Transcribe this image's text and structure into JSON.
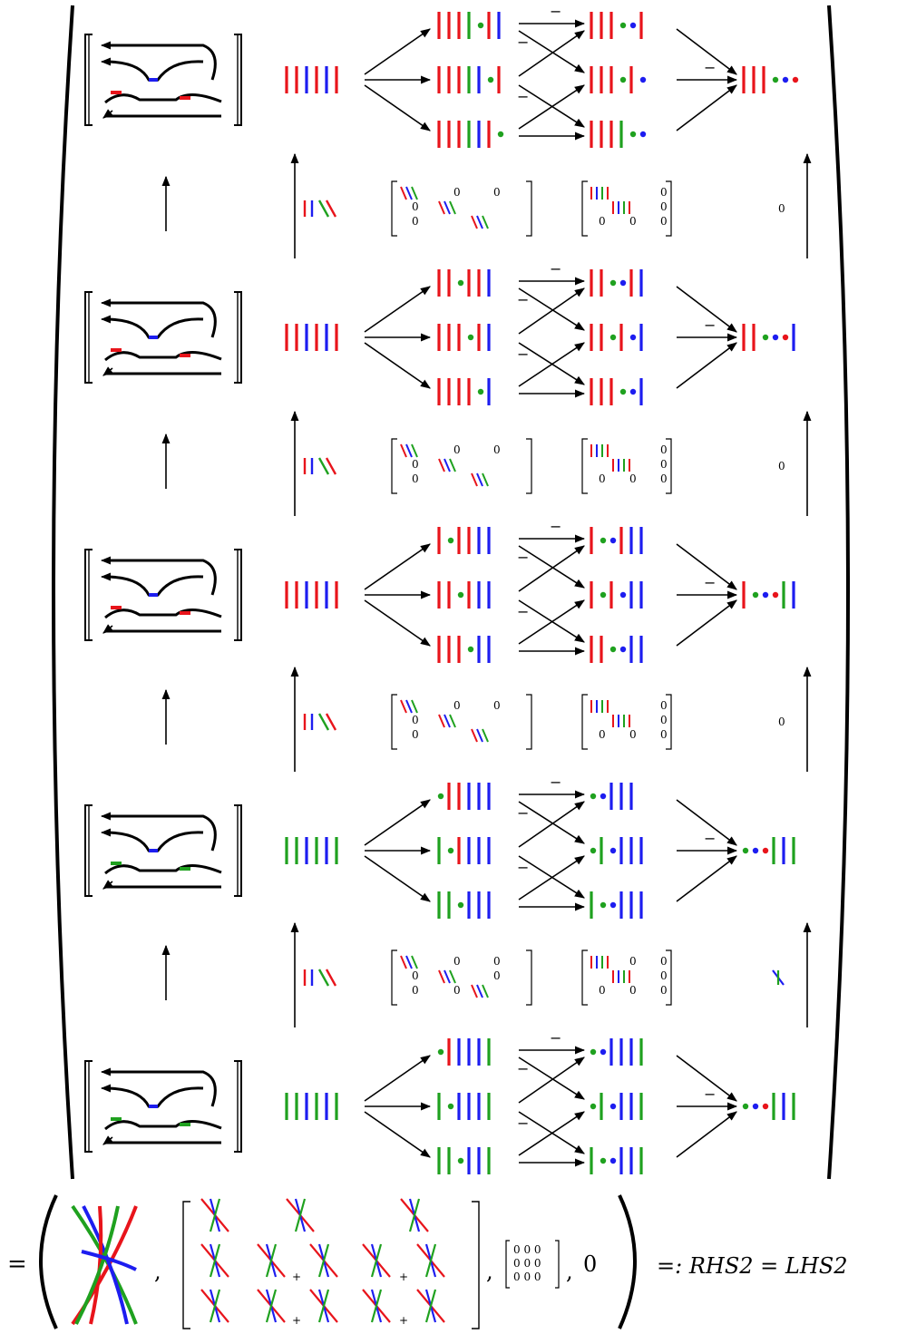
{
  "colors": {
    "red": "#e8141b",
    "blue": "#1d1df0",
    "green": "#1fa11f",
    "black": "#000000"
  },
  "rows": [
    {
      "source": [
        "r",
        "r",
        "b",
        "r",
        "b",
        "r"
      ],
      "top": [
        "r",
        "r",
        "r",
        "g",
        "*",
        "r",
        "b"
      ],
      "mid": [
        "r",
        "r",
        "r",
        "g",
        "b",
        "*",
        "r"
      ],
      "bot": [
        "r",
        "r",
        "r",
        "g",
        "b",
        "r",
        "*"
      ],
      "m_top": [
        "r",
        "r",
        "r",
        "*",
        "*",
        "r"
      ],
      "m_mid": [
        "r",
        "r",
        "r",
        "*",
        "r",
        "*"
      ],
      "m_bot": [
        "r",
        "r",
        "r",
        "g",
        "*",
        "*"
      ],
      "target": [
        "r",
        "r",
        "r",
        "*",
        "*",
        "*"
      ],
      "minus_labels": [
        "−",
        "−",
        "−",
        "−"
      ]
    },
    {
      "source": [
        "r",
        "r",
        "b",
        "r",
        "b",
        "r"
      ],
      "top": [
        "r",
        "r",
        "*",
        "r",
        "r",
        "b"
      ],
      "mid": [
        "r",
        "r",
        "r",
        "*",
        "r",
        "b"
      ],
      "bot": [
        "r",
        "r",
        "r",
        "r",
        "*",
        "b"
      ],
      "m_top": [
        "r",
        "r",
        "*",
        "*",
        "r",
        "b"
      ],
      "m_mid": [
        "r",
        "r",
        "*",
        "r",
        "*",
        "b"
      ],
      "m_bot": [
        "r",
        "r",
        "r",
        "*",
        "*",
        "b"
      ],
      "target": [
        "r",
        "r",
        "*",
        "*",
        "*",
        "b"
      ],
      "minus_labels": [
        "−",
        "−",
        "−",
        "−"
      ]
    },
    {
      "source": [
        "r",
        "r",
        "b",
        "r",
        "b",
        "r"
      ],
      "top": [
        "r",
        "*",
        "r",
        "r",
        "b",
        "b"
      ],
      "mid": [
        "r",
        "r",
        "*",
        "r",
        "b",
        "b"
      ],
      "bot": [
        "r",
        "r",
        "r",
        "*",
        "b",
        "b"
      ],
      "m_top": [
        "r",
        "*",
        "*",
        "r",
        "b",
        "b"
      ],
      "m_mid": [
        "r",
        "*",
        "r",
        "*",
        "b",
        "b"
      ],
      "m_bot": [
        "r",
        "r",
        "*",
        "*",
        "b",
        "b"
      ],
      "target": [
        "r",
        "*",
        "*",
        "*",
        "g",
        "b"
      ],
      "minus_labels": [
        "−",
        "−",
        "−",
        "−"
      ]
    },
    {
      "source": [
        "g",
        "g",
        "b",
        "g",
        "b",
        "g"
      ],
      "top": [
        "*",
        "r",
        "r",
        "b",
        "b",
        "b"
      ],
      "mid": [
        "g",
        "*",
        "r",
        "b",
        "b",
        "b"
      ],
      "bot": [
        "g",
        "g",
        "*",
        "b",
        "b",
        "b"
      ],
      "m_top": [
        "*",
        "*",
        "b",
        "b",
        "b"
      ],
      "m_mid": [
        "*",
        "g",
        "*",
        "b",
        "b",
        "b"
      ],
      "m_bot": [
        "g",
        "*",
        "*",
        "b",
        "b",
        "b"
      ],
      "target": [
        "*",
        "*",
        "*",
        "g",
        "b",
        "g"
      ],
      "minus_labels": [
        "−",
        "−",
        "−",
        "−"
      ]
    },
    {
      "source": [
        "g",
        "g",
        "b",
        "g",
        "b",
        "g"
      ],
      "top": [
        "*",
        "r",
        "b",
        "b",
        "b",
        "g"
      ],
      "mid": [
        "g",
        "*",
        "b",
        "b",
        "b",
        "g"
      ],
      "bot": [
        "g",
        "g",
        "*",
        "b",
        "b",
        "g"
      ],
      "m_top": [
        "*",
        "*",
        "b",
        "b",
        "b",
        "g"
      ],
      "m_mid": [
        "*",
        "g",
        "*",
        "b",
        "b",
        "g"
      ],
      "m_bot": [
        "g",
        "*",
        "*",
        "b",
        "b",
        "g"
      ],
      "target": [
        "*",
        "*",
        "*",
        "g",
        "b",
        "g"
      ],
      "minus_labels": [
        "−",
        "−",
        "−",
        "−"
      ]
    }
  ],
  "vertical_maps": [
    {
      "col_last": "0",
      "matrix1_zeros": [
        "0",
        "0",
        "0",
        "0"
      ],
      "matrix2_zeros": [
        "0",
        "0",
        "0",
        "0",
        "0"
      ]
    },
    {
      "col_last": "0",
      "matrix1_zeros": [
        "0",
        "0",
        "0",
        "0"
      ],
      "matrix2_zeros": [
        "0",
        "0",
        "0",
        "0",
        "0"
      ]
    },
    {
      "col_last": "0",
      "matrix1_zeros": [
        "0",
        "0",
        "0",
        "0"
      ],
      "matrix2_zeros": [
        "0",
        "0",
        "0",
        "0",
        "0"
      ]
    },
    {
      "col_last": "",
      "matrix1_zeros": [
        "0",
        "0",
        "0",
        "0",
        "0",
        "0"
      ],
      "matrix2_zeros": [
        "0",
        "0",
        "0",
        "0",
        "0",
        "0"
      ]
    }
  ],
  "bottom": {
    "equals": "=",
    "comma1": ",",
    "comma2": ",",
    "zero_matrix": [
      "0 0 0",
      "0 0 0",
      "0 0 0"
    ],
    "comma3": ",",
    "final_zero": "0",
    "tail": "=: RHS2 = LHS2",
    "plus": "+"
  }
}
